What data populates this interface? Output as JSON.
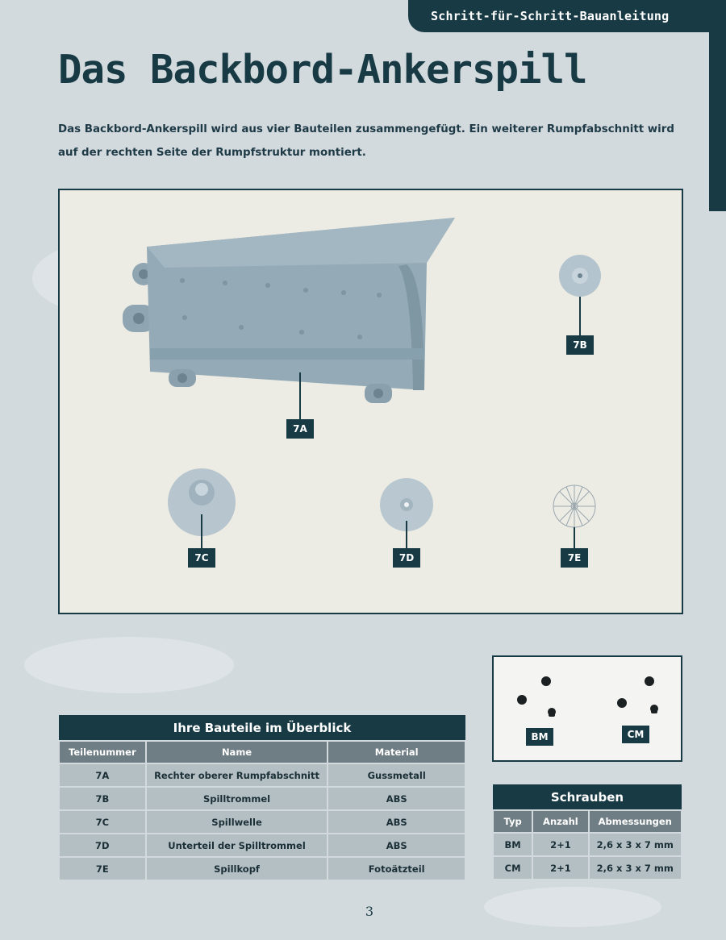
{
  "header": {
    "section": "Schritt-für-Schritt-Bauanleitung"
  },
  "title": "Das Backbord-Ankerspill",
  "intro": "Das Backbord-Ankerspill wird aus vier Bauteilen zusammengefügt. Ein weiterer Rumpfabschnitt wird auf der rechten Seite der Rumpfstruktur montiert.",
  "photo": {
    "labels": {
      "p7A": "7A",
      "p7B": "7B",
      "p7C": "7C",
      "p7D": "7D",
      "p7E": "7E"
    }
  },
  "parts_table": {
    "title": "Ihre Bauteile im Überblick",
    "headers": [
      "Teilenummer",
      "Name",
      "Material"
    ],
    "rows": [
      [
        "7A",
        "Rechter oberer Rumpfabschnitt",
        "Gussmetall"
      ],
      [
        "7B",
        "Spilltrommel",
        "ABS"
      ],
      [
        "7C",
        "Spillwelle",
        "ABS"
      ],
      [
        "7D",
        "Unterteil der Spilltrommel",
        "ABS"
      ],
      [
        "7E",
        "Spillkopf",
        "Fotoätzteil"
      ]
    ]
  },
  "screws_photo": {
    "labels": {
      "bm": "BM",
      "cm": "CM"
    }
  },
  "screws_table": {
    "title": "Schrauben",
    "headers": [
      "Typ",
      "Anzahl",
      "Abmessungen"
    ],
    "rows": [
      [
        "BM",
        "2+1",
        "2,6 x 3 x 7 mm"
      ],
      [
        "CM",
        "2+1",
        "2,6 x 3 x 7 mm"
      ]
    ]
  },
  "page_number": "3"
}
